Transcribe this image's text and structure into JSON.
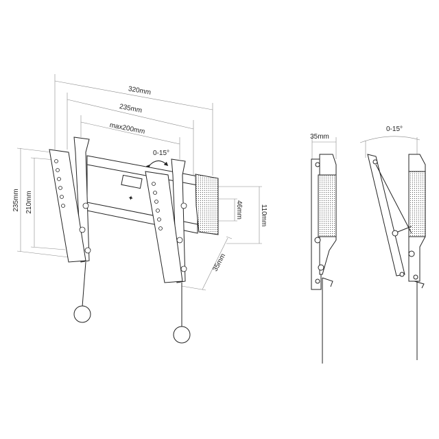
{
  "front_view": {
    "overall_width": "320mm",
    "hole_spacing_width": "235mm",
    "vesa_max_width": "max200mm",
    "tilt_range": "0-15°",
    "arm_height": "235mm",
    "hole_spacing_height": "210mm",
    "rail_height": "46mm",
    "plate_height": "110mm",
    "wall_depth": "35mm"
  },
  "side_view_profile": {
    "depth": "35mm"
  },
  "side_view_tilted": {
    "tilt_range": "0-15°"
  },
  "colors": {
    "line": "#222222",
    "background": "#ffffff"
  }
}
